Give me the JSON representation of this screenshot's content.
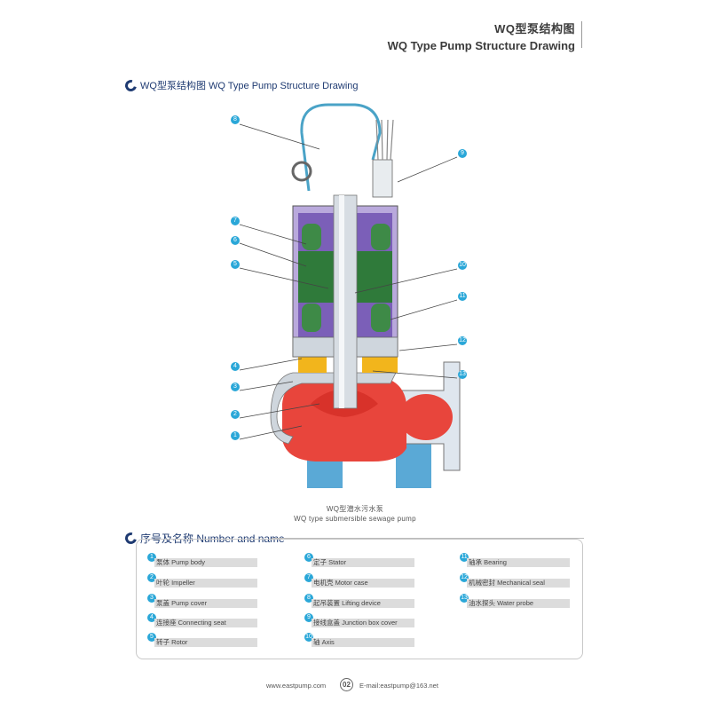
{
  "header": {
    "title_cn": "WQ型泵结构图",
    "title_en": "WQ Type Pump Structure Drawing"
  },
  "section1": {
    "title": "WQ型泵结构图 WQ Type Pump Structure Drawing"
  },
  "drawing": {
    "caption_cn": "WQ型潜水污水泵",
    "caption_en": "WQ type submersible sewage pump",
    "callouts": [
      "8",
      "9",
      "7",
      "6",
      "5",
      "10",
      "11",
      "12",
      "4",
      "13",
      "3",
      "2",
      "1"
    ]
  },
  "section2": {
    "title": "序号及名称 Number and name"
  },
  "parts": [
    {
      "num": "1",
      "label": "泵体 Pump body"
    },
    {
      "num": "2",
      "label": "叶轮 Impeller"
    },
    {
      "num": "3",
      "label": "泵盖 Pump cover"
    },
    {
      "num": "4",
      "label": "连接座 Connecting seat"
    },
    {
      "num": "5",
      "label": "转子 Rotor"
    },
    {
      "num": "6",
      "label": "定子 Stator"
    },
    {
      "num": "7",
      "label": "电机壳 Motor case"
    },
    {
      "num": "8",
      "label": "起吊装置 Lifting device"
    },
    {
      "num": "9",
      "label": "接线盒盖 Junction box cover"
    },
    {
      "num": "10",
      "label": "轴 Axis"
    },
    {
      "num": "11",
      "label": "轴承 Bearing"
    },
    {
      "num": "12",
      "label": "机械密封 Mechanical seal"
    },
    {
      "num": "13",
      "label": "油水探头 Water probe"
    }
  ],
  "footer": {
    "website": "www.eastpump.com",
    "page": "02",
    "email": "E-mail:eastpump@163.net"
  },
  "colors": {
    "accent": "#2aa7d8",
    "title_blue": "#1f3b72",
    "pump_red": "#e8453c",
    "motor_purple": "#7b5fb8",
    "stator_green": "#2f7a3a",
    "seal_yellow": "#f2b51c",
    "base_blue": "#5aa9d6"
  }
}
